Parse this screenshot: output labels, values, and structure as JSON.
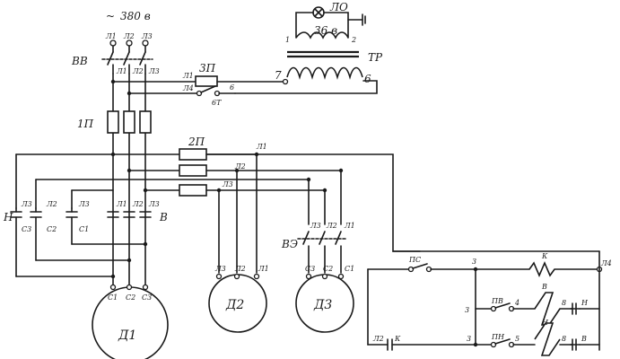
{
  "supply": {
    "symbol": "~",
    "voltage": "380 в",
    "phases": [
      "Л1",
      "Л2",
      "Л3"
    ]
  },
  "switch_label": "ВВ",
  "lamp": {
    "label": "ЛО",
    "voltage": "36 в",
    "terminal_1": "1",
    "terminal_2": "2"
  },
  "transformer": {
    "label": "ТР",
    "terminal_7": "7",
    "terminal_6": "6"
  },
  "fuse_3p": {
    "label": "3П",
    "wire": "Л1"
  },
  "thermal_contact": {
    "label": "6Т",
    "wire": "Л4",
    "node": "6"
  },
  "fuse_1p": "1П",
  "fuse_2p": "2П",
  "wire_labels": {
    "a": "Л1",
    "b": "Л2",
    "c": "Л3",
    "top_l1": "Л1",
    "top_l2": "Л2",
    "top_l3": "Л3"
  },
  "reverser": {
    "n_label": "Н",
    "v_label": "В",
    "n_top": [
      "Л3",
      "Л2",
      "Л3"
    ],
    "n_bot": [
      "С3",
      "С2",
      "С1"
    ],
    "v_top": [
      "Л1",
      "Л2",
      "Л3"
    ]
  },
  "motors": [
    {
      "name": "Д1",
      "terminals": [
        "С1",
        "С2",
        "С3"
      ]
    },
    {
      "name": "Д2",
      "terminals": [
        "Л3",
        "Л2",
        "Л1"
      ]
    },
    {
      "name": "Д3",
      "terminals": [
        "С3",
        "С2",
        "С1"
      ]
    }
  ],
  "ve": {
    "label": "ВЭ",
    "top": [
      "Л3",
      "Л2",
      "Л1"
    ]
  },
  "control": {
    "ps": "ПС",
    "node3": "3",
    "k_coil": "К",
    "l4": "Л4",
    "pv": "ПВ",
    "pn": "ПН",
    "n4": "4",
    "n5": "5",
    "coil_v": "В",
    "coil_n": "Н",
    "n8": "8",
    "n_h": "Н",
    "n_b": "В",
    "l2": "Л2",
    "k_contact": "К"
  }
}
